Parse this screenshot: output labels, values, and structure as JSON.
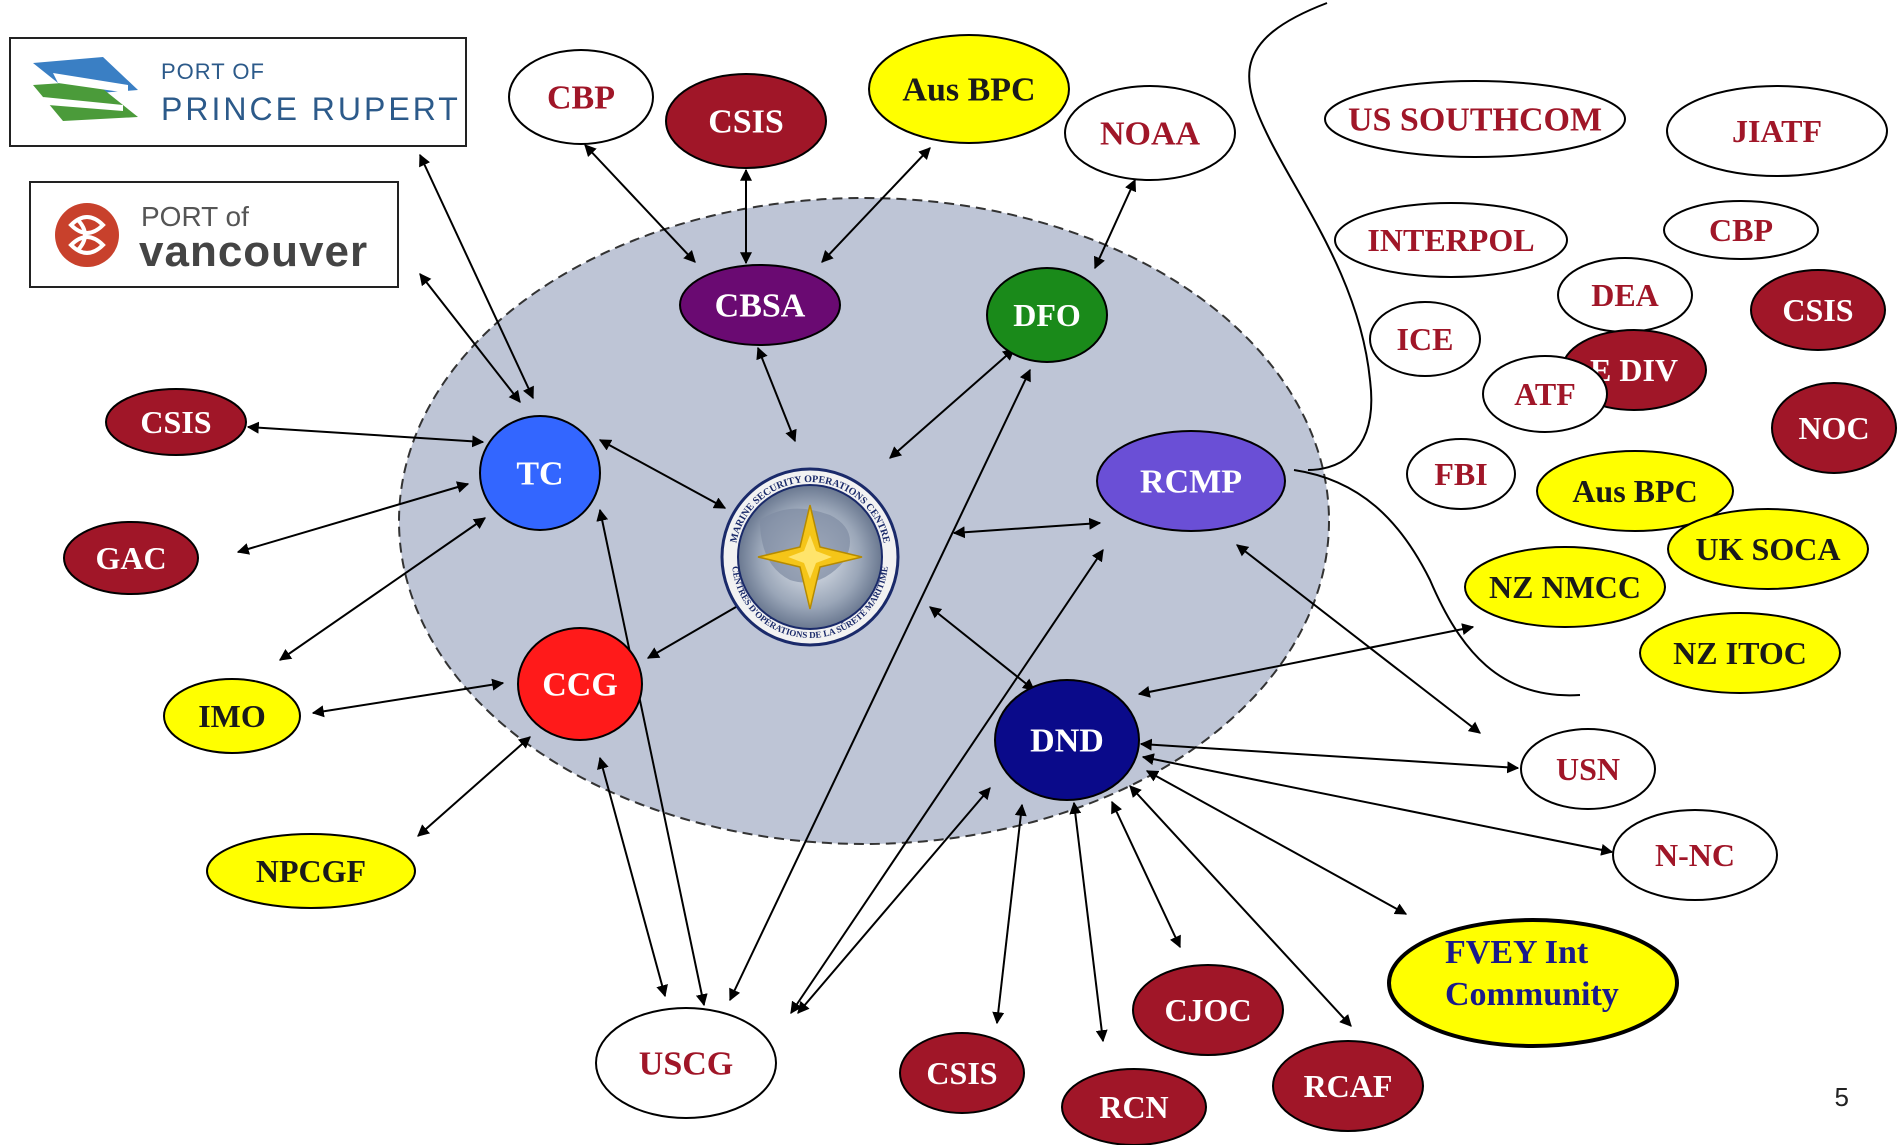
{
  "logos": {
    "prince_rupert": {
      "line1": "PORT OF",
      "line2": "PRINCE RUPERT"
    },
    "vancouver": {
      "line1": "PORT of",
      "line2": "vancouver"
    }
  },
  "center_emblem": {
    "top_text": "MARINE SECURITY OPERATIONS CENTRE",
    "bottom_text": "CENTRES D'OPÉRATIONS DE LA SÛRETÉ MARITIME"
  },
  "inner_nodes": {
    "cbsa": "CBSA",
    "dfo": "DFO",
    "tc": "TC",
    "rcmp": "RCMP",
    "ccg": "CCG",
    "dnd": "DND"
  },
  "outer_nodes": {
    "cbp_top": "CBP",
    "csis_top": "CSIS",
    "aus_bpc_top": "Aus BPC",
    "noaa": "NOAA",
    "csis_left": "CSIS",
    "gac": "GAC",
    "imo": "IMO",
    "npcgf": "NPCGF",
    "uscg": "USCG",
    "csis_bottom": "CSIS",
    "rcn": "RCN",
    "cjoc": "CJOC",
    "rcaf": "RCAF",
    "fvey": "FVEY Int",
    "fvey2": "Community",
    "nn_nc": "N-NC",
    "usn": "USN"
  },
  "rcmp_partners": {
    "us_southcom": "US SOUTHCOM",
    "jiatf": "JIATF",
    "interpol": "INTERPOL",
    "cbp": "CBP",
    "dea": "DEA",
    "csis": "CSIS",
    "ice": "ICE",
    "e_div": "E DIV",
    "atf": "ATF",
    "noc": "NOC",
    "fbi": "FBI",
    "aus_bpc": "Aus BPC",
    "uk_soca": "UK SOCA",
    "nz_nmcc": "NZ NMCC",
    "nz_itoc": "NZ ITOC"
  },
  "colors": {
    "maroon": "#a01628",
    "yellow": "#ffff00",
    "white": "#ffffff",
    "cbsa": "#6a0a72",
    "dfo": "#1a8a1a",
    "tc": "#3366ff",
    "rcmp": "#6a4fd6",
    "ccg": "#ff1a1a",
    "dnd": "#0a0a8a",
    "zone": "#bec5d6"
  },
  "page_number": "5"
}
